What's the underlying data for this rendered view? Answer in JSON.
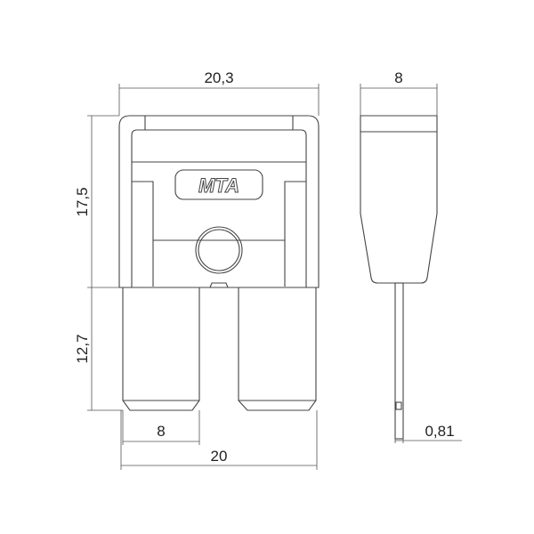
{
  "logo_text": "MTA",
  "dimensions": {
    "top_width": "20,3",
    "side_thickness": "8",
    "body_height": "17,5",
    "blade_length": "12,7",
    "blade_width": "8",
    "total_blade_span": "20",
    "blade_thickness": "0,81"
  },
  "colors": {
    "line": "#444444",
    "background": "#ffffff"
  }
}
